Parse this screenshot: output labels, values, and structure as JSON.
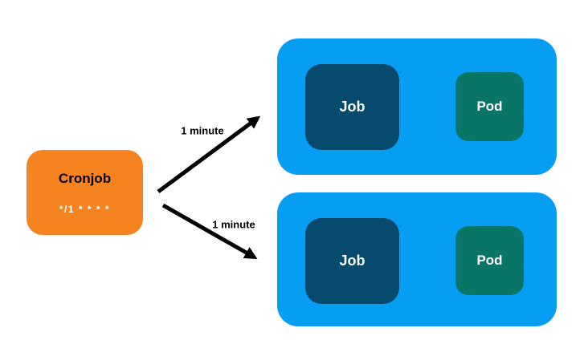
{
  "diagram": {
    "cronjob": {
      "label": "Cronjob",
      "schedule": "*/1 * * * *"
    },
    "edges": [
      {
        "label": "1 minute"
      },
      {
        "label": "1 minute"
      }
    ],
    "groups": [
      {
        "job": {
          "label": "Job"
        },
        "pod": {
          "label": "Pod"
        }
      },
      {
        "job": {
          "label": "Job"
        },
        "pod": {
          "label": "Pod"
        }
      }
    ],
    "colors": {
      "canvas_bg": "#FFFFFF",
      "cronjob_bg": "#F5831F",
      "group_bg": "#069EF3",
      "job_bg": "#064A6E",
      "pod_bg": "#087567",
      "arrow": "#000000"
    }
  }
}
